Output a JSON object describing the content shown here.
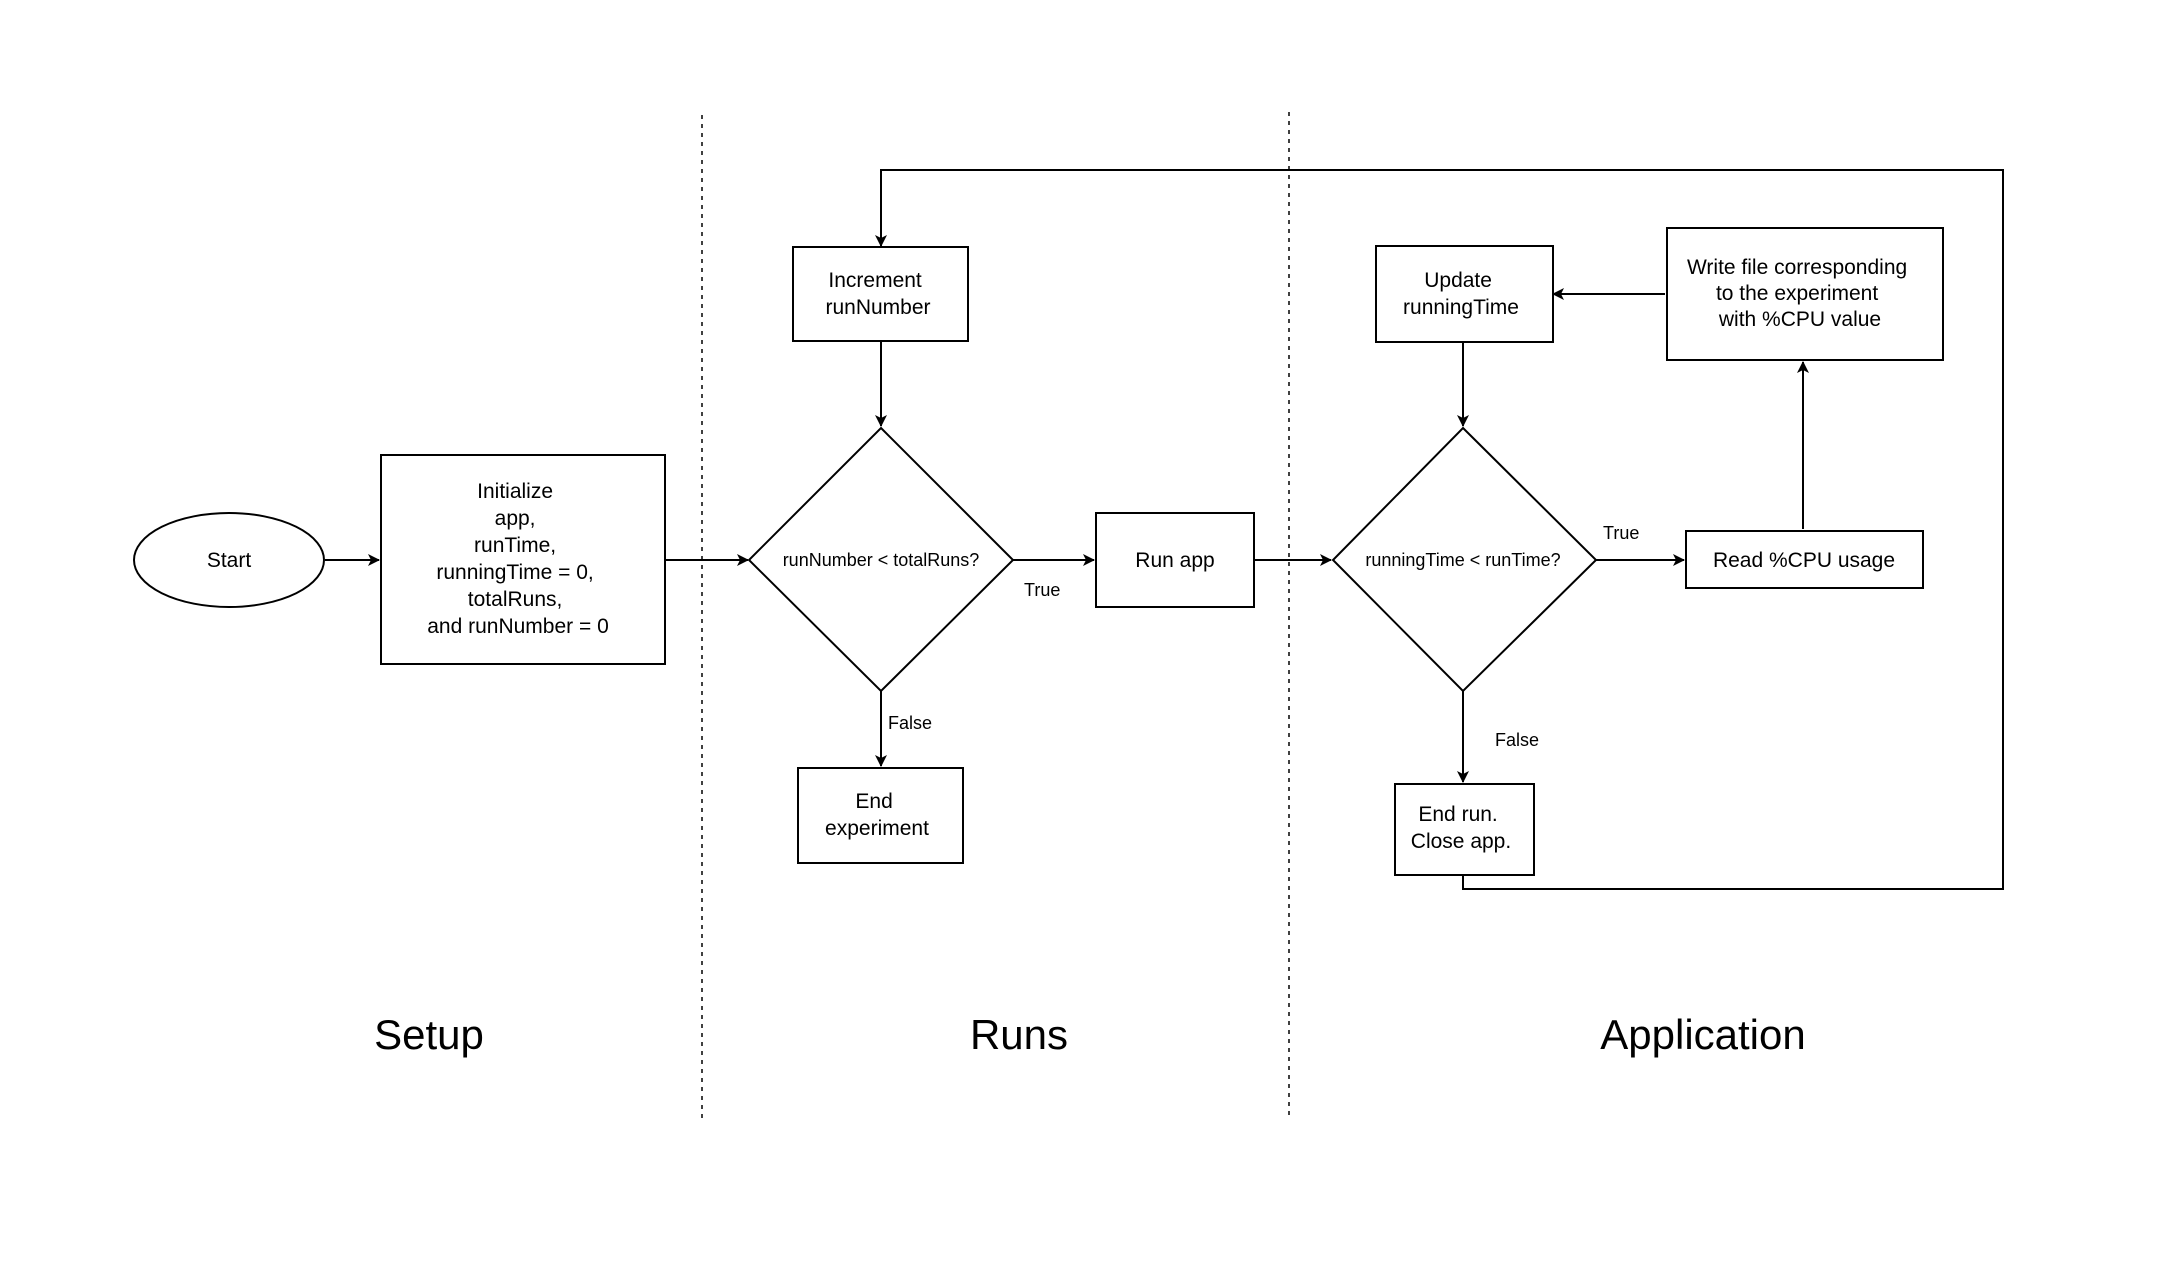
{
  "sections": {
    "setup": "Setup",
    "runs": "Runs",
    "application": "Application"
  },
  "nodes": {
    "start": "Start",
    "initialize": [
      "Initialize",
      "app,",
      "runTime,",
      "runningTime = 0,",
      "totalRuns,",
      "and runNumber = 0"
    ],
    "increment": [
      "Increment",
      "runNumber"
    ],
    "runs_decision": "runNumber < totalRuns?",
    "run_app": "Run app",
    "end_experiment": [
      "End",
      "experiment"
    ],
    "update_running_time": [
      "Update",
      "runningTime"
    ],
    "write_file": [
      "Write file corresponding",
      "to the experiment",
      "with %CPU value"
    ],
    "app_decision": "runningTime < runTime?",
    "read_cpu": "Read %CPU usage",
    "end_run": [
      "End run.",
      "Close app."
    ]
  },
  "edge_labels": {
    "runs_true": "True",
    "runs_false": "False",
    "app_true": "True",
    "app_false": "False"
  }
}
